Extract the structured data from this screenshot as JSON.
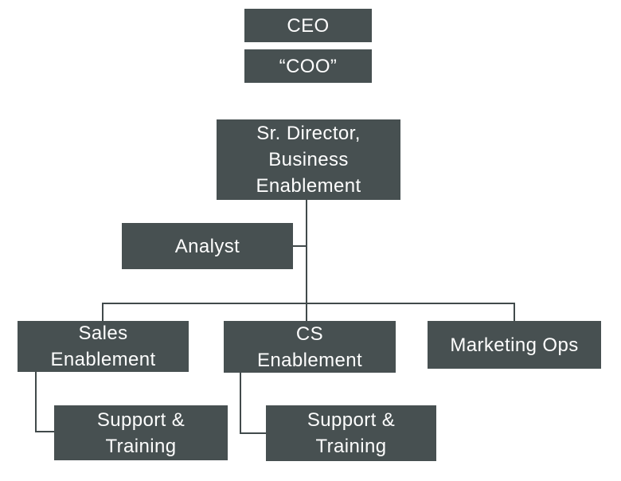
{
  "diagram": {
    "type": "org-chart",
    "colors": {
      "box_fill": "#475051",
      "box_text": "#fdfdfd",
      "connector": "#414a4b",
      "background": "#ffffff"
    },
    "nodes": {
      "ceo": {
        "label": "CEO"
      },
      "coo": {
        "label": "“COO”"
      },
      "sr_director": {
        "label": "Sr. Director,\nBusiness\nEnablement"
      },
      "analyst": {
        "label": "Analyst"
      },
      "sales_enablement": {
        "label": "Sales\nEnablement"
      },
      "cs_enablement": {
        "label": "CS\nEnablement"
      },
      "marketing_ops": {
        "label": "Marketing Ops"
      },
      "support_training_sales": {
        "label": "Support &\nTraining"
      },
      "support_training_cs": {
        "label": "Support &\nTraining"
      }
    },
    "edges": [
      {
        "from": "sr_director",
        "to": "analyst"
      },
      {
        "from": "sr_director",
        "to": "sales_enablement"
      },
      {
        "from": "sr_director",
        "to": "cs_enablement"
      },
      {
        "from": "sr_director",
        "to": "marketing_ops"
      },
      {
        "from": "sales_enablement",
        "to": "support_training_sales"
      },
      {
        "from": "cs_enablement",
        "to": "support_training_cs"
      }
    ]
  }
}
